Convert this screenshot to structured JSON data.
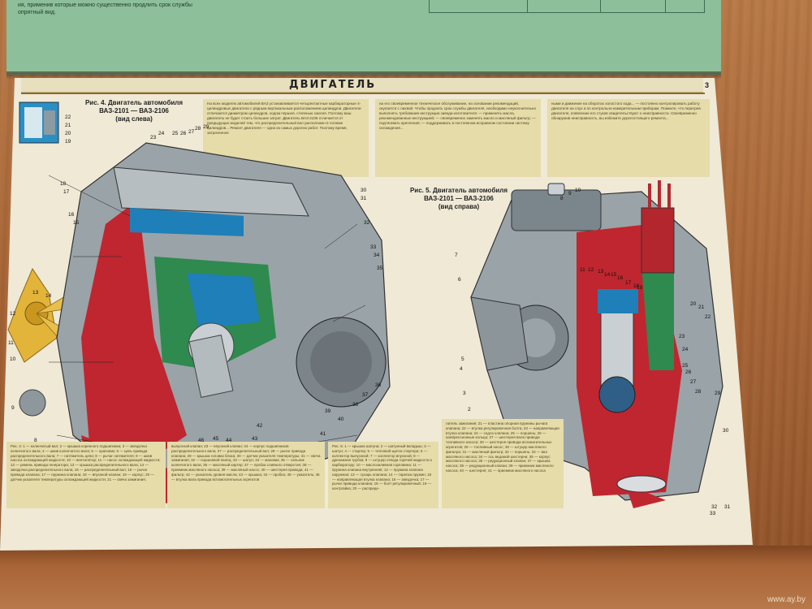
{
  "top_page": {
    "note_line1": "ия, применив которые можно существенно продлить срок службы",
    "note_line2": "опрятный вид."
  },
  "poster": {
    "header_title": "ДВИГАТЕЛЬ",
    "page_number": "3",
    "fig4_caption": "Рис. 4. Двигатель автомобиля\nВАЗ-2101 — ВАЗ-2106\n(вид слева)",
    "fig5_caption": "Рис. 5. Двигатель автомобиля\nВАЗ-2101 — ВАЗ-2106\n(вид справа)",
    "intro_col1": "На всех моделях автомобилей ВАЗ устанавливается четырехтактные карбюраторные 4-цилиндровые двигатели с рядным вертикальным расположением цилиндров. Двигатели отличаются диаметром цилиндров, ходом поршня, степенью сжатия. Поэтому ваш двигатель не будет стоить больших затрат. Двигатель ВАЗ-2106 отличается от предыдущих моделей тем, что распределительный вал расположен в головке цилиндров... Ремонт двигателя — одна из самых дорогих работ. Поэтому время, затраченное",
    "intro_col2": "на его своевременное техническое обслуживание, на основании рекомендаций, окупается с лихвой. Чтобы продлить срок службы двигателя, необходимо неукоснительно выполнять требования инструкции завода-изготовителя: — применять масла, рекомендованные инструкцией; — своевременно заменять масло и масляный фильтр; — подтягивать крепления; — поддерживать в постоянном исправном состоянии систему охлаждения...",
    "intro_col3": "ными и движение на оборотах холостого хода... — постоянно контролировать работу двигателя на слух и по контрольно-измерительным приборам. Помните, что перегрев двигателя, появление его стуков свидетельствуют о неисправности. Своевременно обнаружив неисправность, вы избежите дорогостоящего ремонта...",
    "legend_fig4_a": "Рис. 4: 1 — коленчатый вал; 2 — крышка коренного подшипника; 3 — звездочка коленчатого вала; 4 — шкив коленчатого вала; 5 — храповик; 6 — цепь привода распределительного вала; 7 — натяжитель цепи; 8 — рычаг натяжителя; 9 — шкив насоса охлаждающей жидкости; 10 — вентилятор; 11 — насос охлаждающей жидкости; 12 — ремень привода генератора; 13 — крышка распределительного вала; 14 — звездочка распределительного вала; 15 — распределительный вал; 16 — рычаг привода клапана; 17 — пружина клапана; 18 — впускной клапан; 19 — корпус; 20 — датчик указателя температуры охлаждающей жидкости; 21 — свеча зажигания;",
    "legend_fig4_b": "выпускной клапан; 23 — впускной клапан; 24 — корпус подшипников распределительного вала; 27 — распределительный вал; 28 — рычаг привода клапана; 29 — крышка головки блока; 30 — датчик указателя температуры; 31 — свеча зажигания; 32 — поршневой палец; 33 — шатун; 34 — маховик; 35 — сальник коленчатого вала; 36 — масляный картер; 37 — пробка сливного отверстия; 38 — приемник масляного насоса; 39 — масляный насос; 40 — шестерня привода; 41 — фильтр; 42 — указатель уровня масла; 43 — крышка; 44 — пробка; 45 — указатель; 46 — втулка вала привода вспомогательных агрегатов",
    "legend_fig5_a": "Рис. 5: 1 — крышка шатуна; 2 — шатунный вкладыш; 3 — шатун; 4 — стартер; 5 — тепловой щиток стартера; 6 — коллектор выпускной; 7 — коллектор впускной; 8 — дренажная трубка; 9 — штуцер отвода горячей жидкости к карбюратору; 10 — маслозаливная горловина; 11 — пружина клапана внутренняя; 12 — пружина клапана наружная; 13 — сухарь клапана; 14 — тарелка пружин; 15 — направляющая втулка клапана; 16 — звездочка; 17 — рычаг привода клапана; 18 — болт регулировочный; 19 — контргайка; 20 — распреде-",
    "legend_fig5_b": "литель зажигания; 21 — пластина опорная пружины рычага клапана; 22 — втулка регулировочная болта; 23 — направляющая втулка клапана; 24 — седло клапана; 25 — поршень; 26 — компрессионные кольца; 27 — шестерня вала привода топливного насоса; 28 — шестерня привода вспомогательных агрегатов; 29 — топливный насос; 30 — штуцер масляного фильтра; 31 — масляный фильтр; 32 — поршень; 33 — вал масляного насоса; 34 — ось ведомой шестерни; 35 — корпус масляного насоса; 36 — редукционный клапан; 37 — крышка насоса; 38 — редукционный клапан; 39 — приемник масляного насоса; 40 — шестерня; 41 — приемник масляного насоса"
  },
  "watermark": "www.ay.by",
  "colors": {
    "poster_bg": "#efe9d6",
    "text_panel": "#e6dcaa",
    "engine_red": "#c0262f",
    "engine_blue": "#1f7fb8",
    "engine_green": "#2e8a4e",
    "fan_yellow": "#e3b43a",
    "metal_grey": "#9aa3a8",
    "top_page_green": "#8dbf9a"
  }
}
